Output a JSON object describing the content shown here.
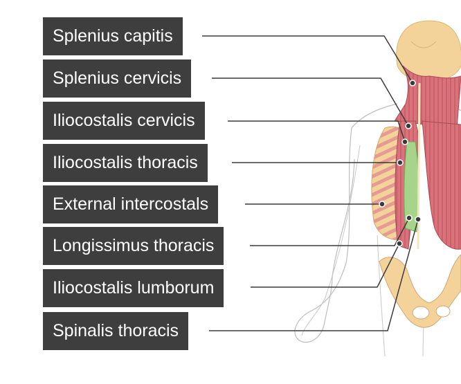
{
  "labels": [
    "Splenius capitis",
    "Splenius cervicis",
    "Iliocostalis cervicis",
    "Iliocostalis thoracis",
    "External intercostals",
    "Longissimus thoracis",
    "Iliocostalis lumborum",
    "Spinalis thoracis"
  ],
  "colors": {
    "label_bg": "#3e3e3e",
    "label_text": "#ffffff",
    "leader_line": "#3a3a3a",
    "muscle": "#d9727a",
    "muscle_dark": "#a94a52",
    "spinalis_highlight": "#a6d48a",
    "bone": "#f3d39a",
    "rib_stripe": "#e8a39c",
    "body_outline": "#b9b9b9"
  }
}
